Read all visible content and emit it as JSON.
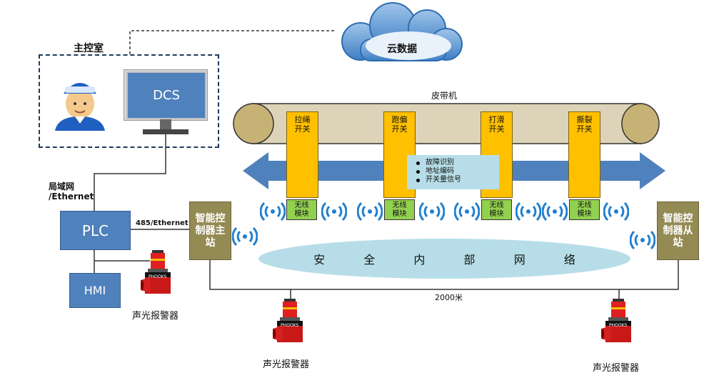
{
  "cloud": {
    "label": "云数据"
  },
  "control_room": {
    "title": "主控室",
    "dcs_label": "DCS"
  },
  "lan": {
    "line1": "局域网",
    "line2": "/Ethernet"
  },
  "plc": {
    "label": "PLC"
  },
  "hmi": {
    "label": "HMI"
  },
  "rs485": {
    "label": "485/Ethernet"
  },
  "master": {
    "label": "智能控制器主站"
  },
  "slave": {
    "label": "智能控制器从站"
  },
  "belt": {
    "label": "皮带机"
  },
  "switches": [
    {
      "line1": "拉绳",
      "line2": "开关"
    },
    {
      "line1": "跑偏",
      "line2": "开关"
    },
    {
      "line1": "打滑",
      "line2": "开关"
    },
    {
      "line1": "撕裂",
      "line2": "开关"
    }
  ],
  "wireless": {
    "line1": "无线",
    "line2": "模块"
  },
  "functions": [
    "故障识别",
    "地址编码",
    "开关量信号"
  ],
  "network": {
    "chars": [
      "安",
      "全",
      "内",
      "部",
      "网",
      "络"
    ]
  },
  "distance": {
    "label": "2000米"
  },
  "alarm": {
    "label": "声光报警器",
    "badge": "PHOOKS"
  },
  "colors": {
    "blue": "#4f81bd",
    "yellow": "#ffc000",
    "green": "#92d050",
    "olive": "#948a54",
    "light_blue": "#b7dee8"
  }
}
